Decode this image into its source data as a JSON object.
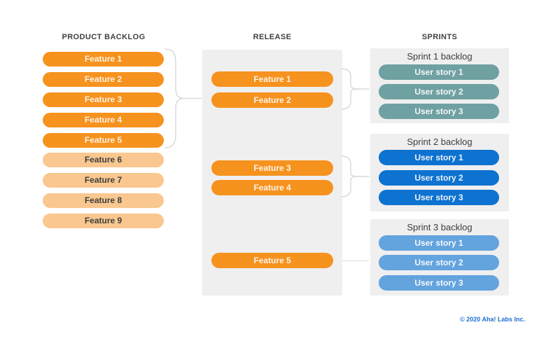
{
  "columns": {
    "product_backlog": {
      "title": "PRODUCT BACKLOG",
      "features": [
        "Feature 1",
        "Feature 2",
        "Feature 3",
        "Feature 4",
        "Feature 5",
        "Feature 6",
        "Feature 7",
        "Feature 8",
        "Feature 9"
      ]
    },
    "release": {
      "title": "RELEASE",
      "features": [
        "Feature 1",
        "Feature 2",
        "Feature 3",
        "Feature 4",
        "Feature 5"
      ]
    },
    "sprints": {
      "title": "SPRINTS",
      "groups": [
        {
          "label": "Sprint 1 backlog",
          "stories": [
            "User story 1",
            "User story 2",
            "User story 3"
          ]
        },
        {
          "label": "Sprint 2 backlog",
          "stories": [
            "User story 1",
            "User story 2",
            "User story 3"
          ]
        },
        {
          "label": "Sprint 3 backlog",
          "stories": [
            "User story 1",
            "User story 2",
            "User story 3"
          ]
        }
      ]
    }
  },
  "footer": {
    "copyright": "© 2020 Aha! Labs Inc."
  },
  "colors": {
    "feature_primary": "#F6921E",
    "feature_secondary": "#F9C78F",
    "sprint1_story": "#6FA0A2",
    "sprint2_story": "#0D72D0",
    "sprint3_story": "#63A3DE",
    "panel_background": "#EFEFEF",
    "connector": "#DADADA",
    "heading_text": "#404040",
    "footer_text": "#1E6FD0"
  }
}
